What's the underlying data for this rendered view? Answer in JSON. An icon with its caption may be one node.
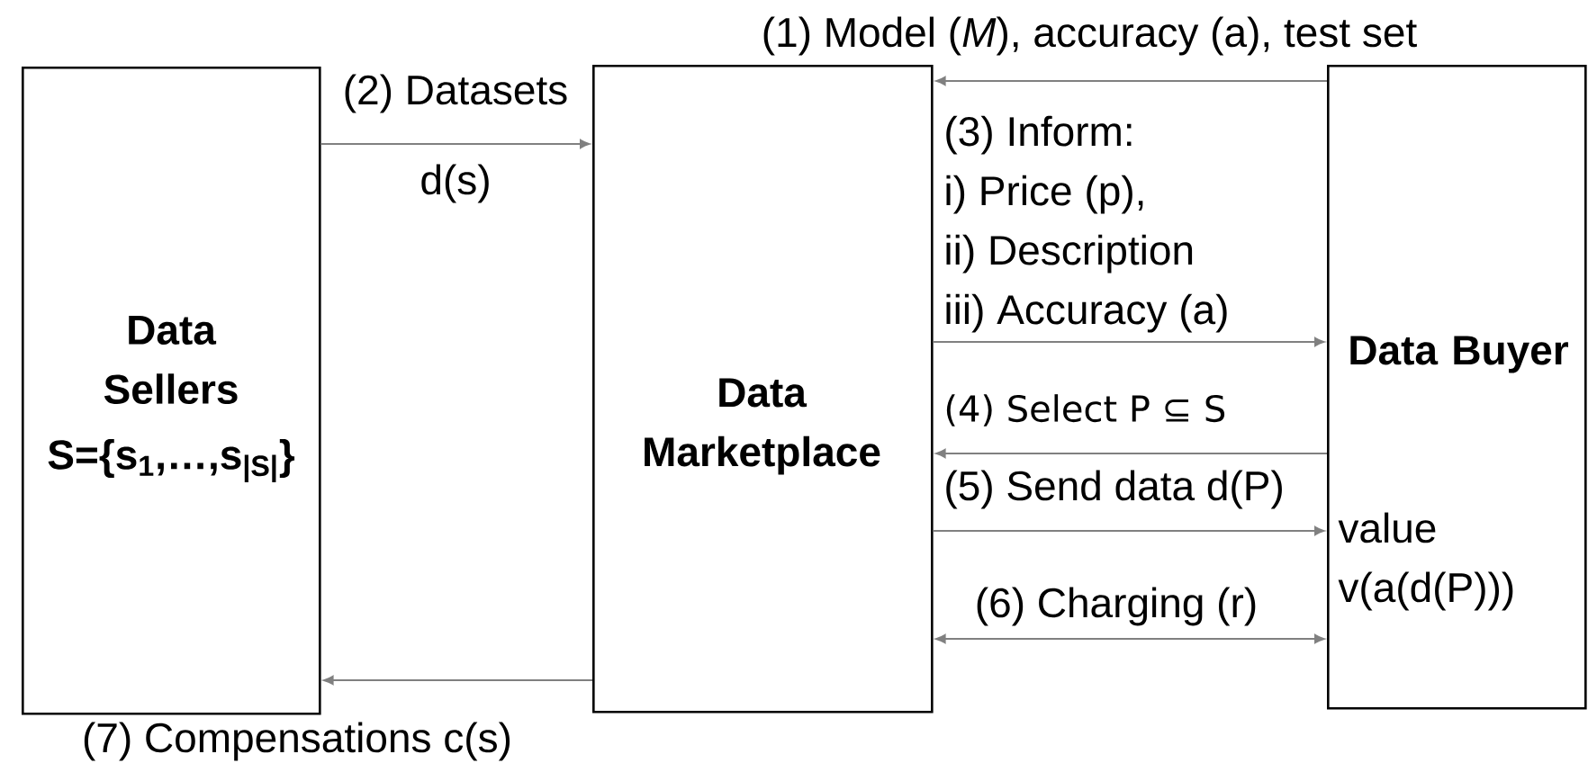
{
  "diagram": {
    "nodes": [
      {
        "text": [
          "Data Sellers",
          "S={s$_{1}$,…,s$_{|S|}$}"
        ]
      },
      {
        "text": [
          "Data Marketplace"
        ]
      },
      {
        "text": [
          "Data Buyer",
          "value v(a(d(P)))"
        ]
      }
    ],
    "edges": [
      {
        "from": 2,
        "to": 1,
        "arrow": "to",
        "label": "(1) Model (*M*), accuracy (a), test set"
      },
      {
        "from": 0,
        "to": 1,
        "arrow": "to",
        "label": "(2) Datasets"
      },
      {
        "from": 1,
        "to": 2,
        "arrow": "to",
        "label": "(3) Inform: i) Price (p), ii) Description iii) Accuracy (a)"
      },
      {
        "from": 2,
        "to": 1,
        "arrow": "to",
        "label": "(4) Select P ⊆ S"
      },
      {
        "from": 1,
        "to": 2,
        "arrow": "to",
        "label": "(5) Send data d(P)"
      },
      {
        "from": 1,
        "to": 2,
        "arrow": "both",
        "label": "(6) Charging (r)"
      },
      {
        "from": 1,
        "to": 0,
        "arrow": "to",
        "label": "(7) Compensations c(s)"
      }
    ],
    "labels": [
      "d(s)"
    ]
  }
}
